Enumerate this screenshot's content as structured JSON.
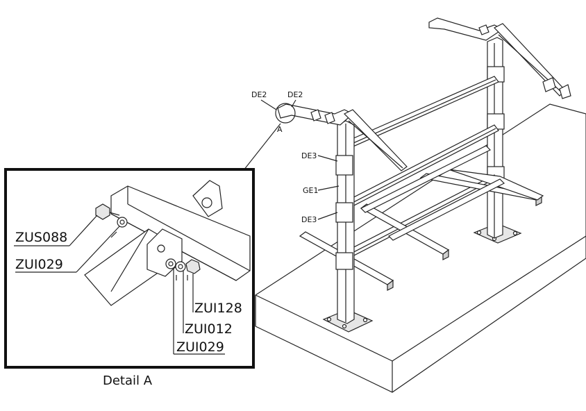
{
  "labels": {
    "de2_a": "DE2",
    "de2_b": "DE2",
    "a_marker": "A",
    "de3_upper": "DE3",
    "ge1": "GE1",
    "de3_lower": "DE3",
    "zus088": "ZUS088",
    "zui029_left": "ZUI029",
    "zui128": "ZUI128",
    "zui012": "ZUI012",
    "zui029_bottom": "ZUI029"
  },
  "caption": "Detail A"
}
